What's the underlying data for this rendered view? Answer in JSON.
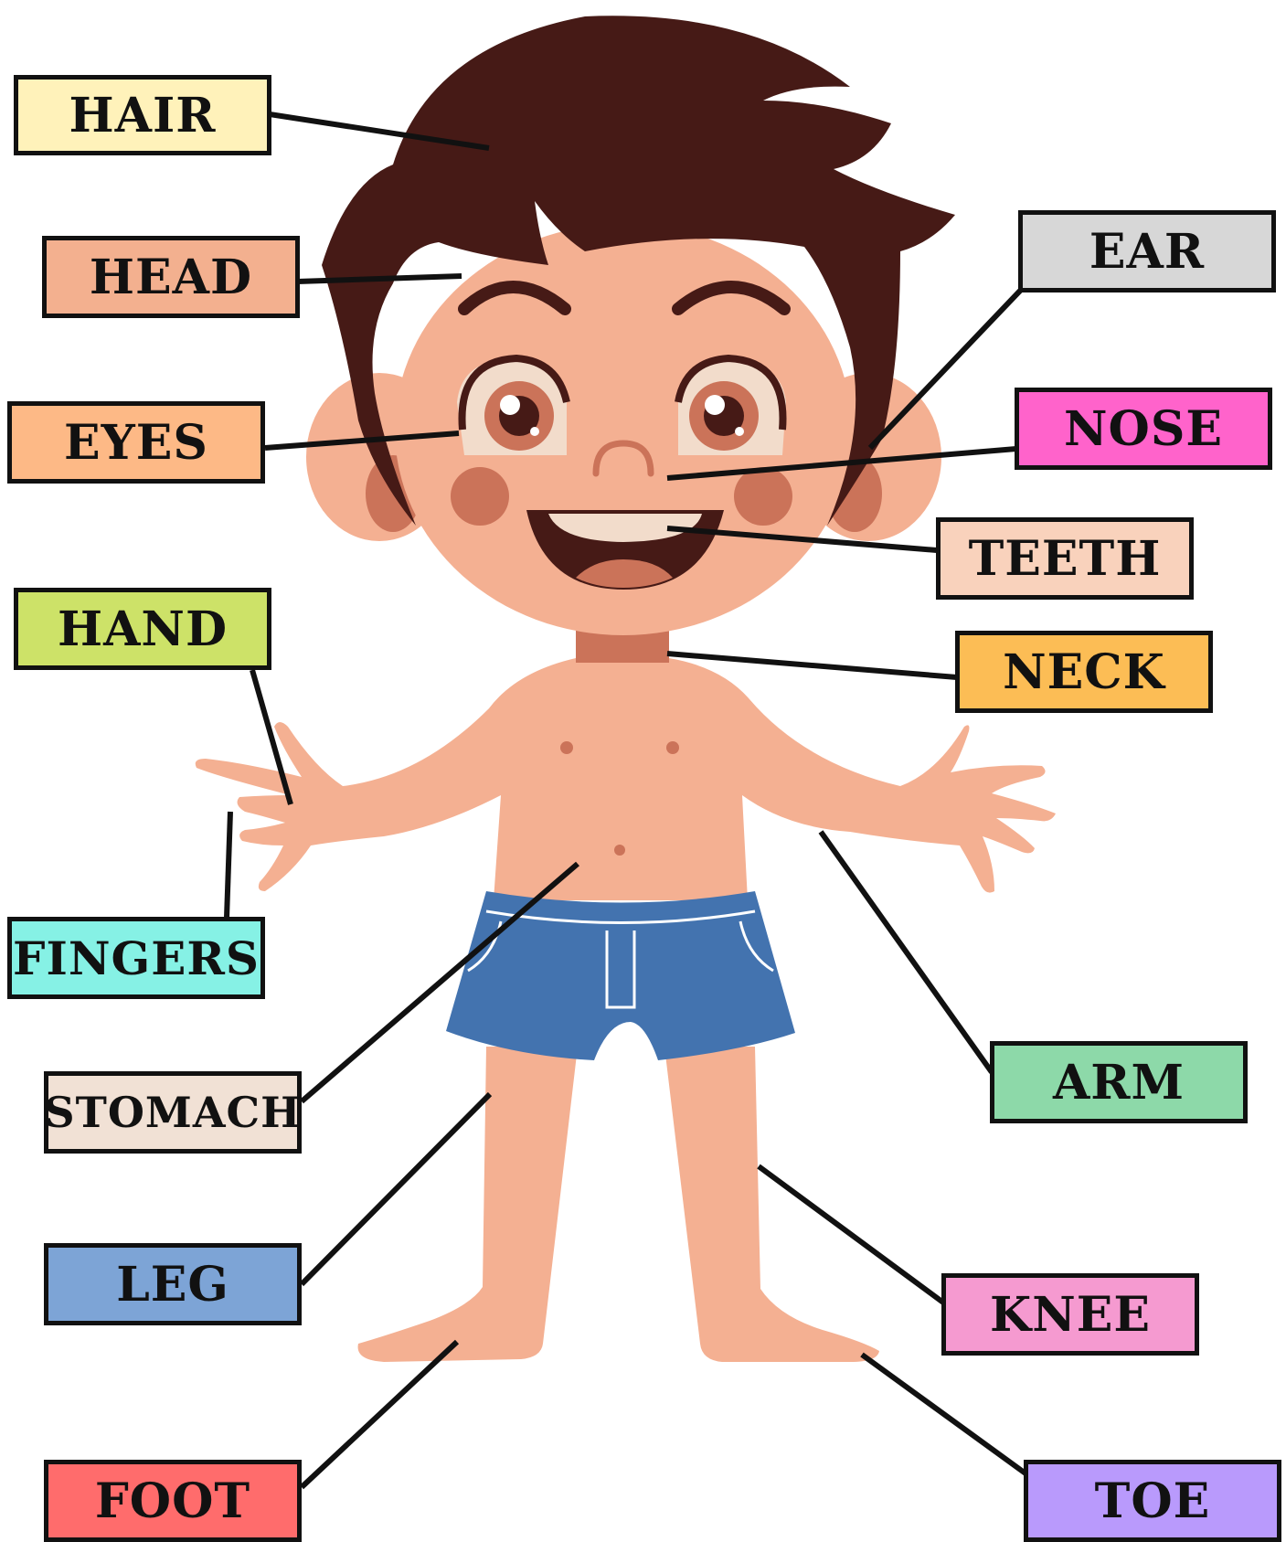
{
  "labels": {
    "hair": {
      "text": "HAIR",
      "color": "#FFF2BA"
    },
    "head": {
      "text": "HEAD",
      "color": "#F3B08F"
    },
    "eyes": {
      "text": "EYES",
      "color": "#FDB986"
    },
    "hand": {
      "text": "HAND",
      "color": "#CDE268"
    },
    "fingers": {
      "text": "FINGERS",
      "color": "#86F1E5"
    },
    "stomach": {
      "text": "STOMACH",
      "color": "#F1E1D5"
    },
    "leg": {
      "text": "LEG",
      "color": "#7DA4D6"
    },
    "foot": {
      "text": "FOOT",
      "color": "#FF6C6C"
    },
    "ear": {
      "text": "EAR",
      "color": "#D7D7D7"
    },
    "nose": {
      "text": "NOSE",
      "color": "#FF63CB"
    },
    "teeth": {
      "text": "TEETH",
      "color": "#F9D2BC"
    },
    "neck": {
      "text": "NECK",
      "color": "#FCBD55"
    },
    "arm": {
      "text": "ARM",
      "color": "#8DD9A9"
    },
    "knee": {
      "text": "KNEE",
      "color": "#F59AD0"
    },
    "toe": {
      "text": "TOE",
      "color": "#B99AFC"
    }
  },
  "colors": {
    "skin": "#F4B092",
    "skin_dark": "#CB7359",
    "hair": "#461A16",
    "shorts": "#4373AF",
    "line": "#111111"
  }
}
